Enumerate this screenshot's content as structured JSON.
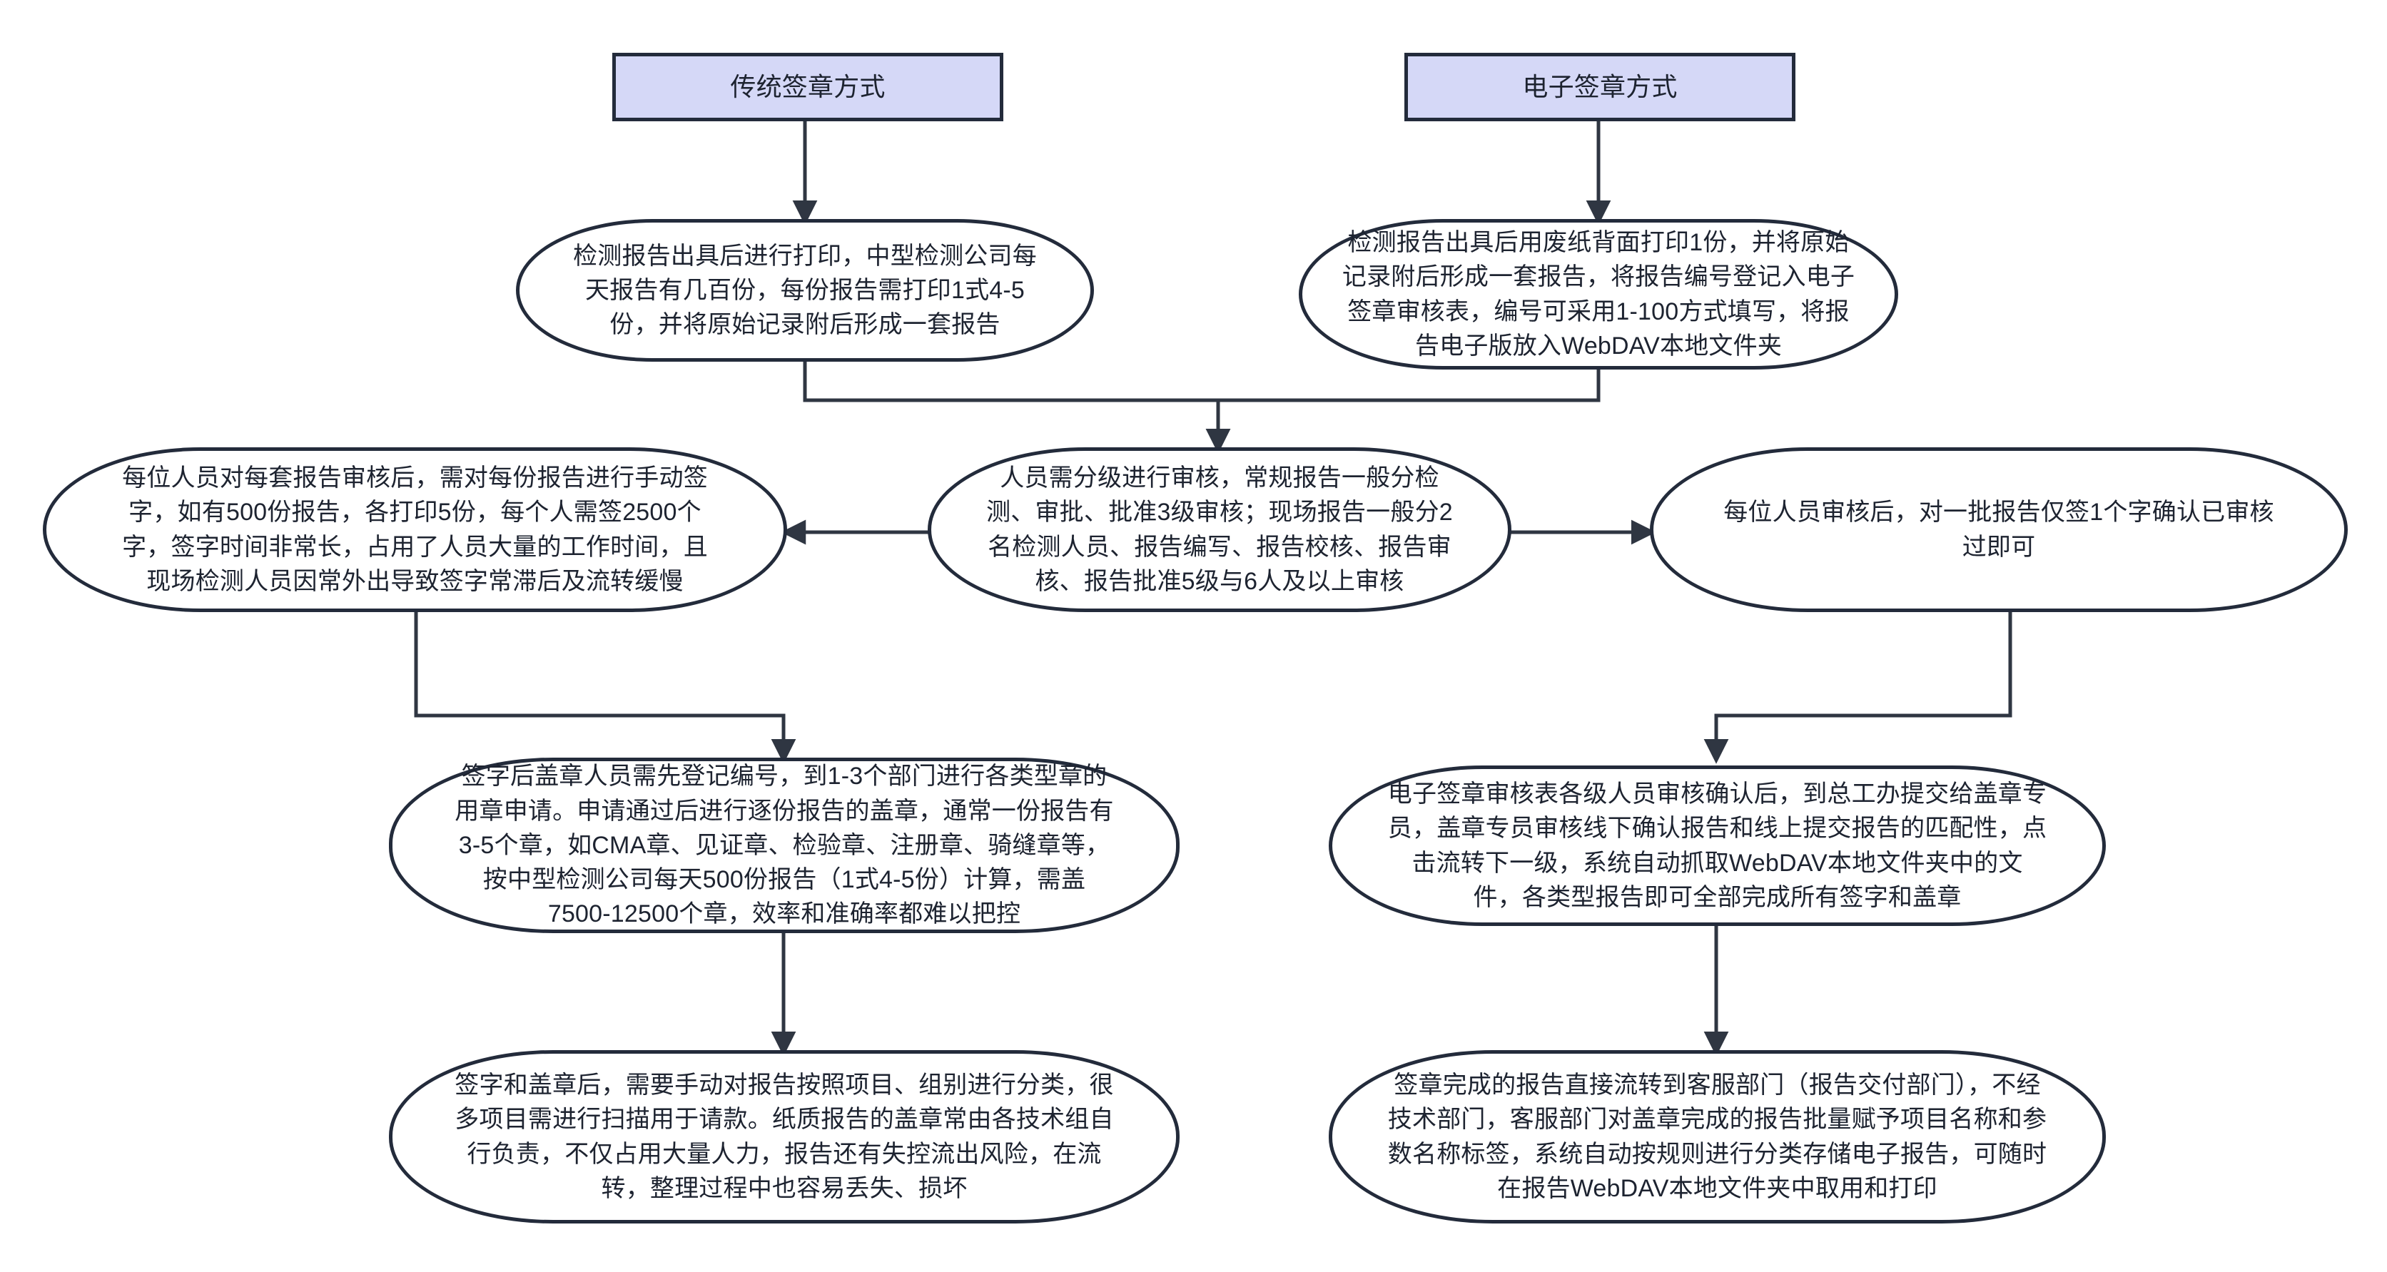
{
  "diagram": {
    "title_traditional": "传统签章方式",
    "title_electronic": "电子签章方式",
    "colors": {
      "header_fill": "#d5d8f7",
      "node_stroke": "#232b3b",
      "node_fill": "#ffffff",
      "edge_stroke": "#2f3642",
      "text": "#1d2330"
    },
    "nodes": {
      "trad_print": "检测报告出具后进行打印，中型检测公司每\n天报告有几百份，每份报告需打印1式4-5\n份，并将原始记录附后形成一套报告",
      "elec_print": "检测报告出具后用废纸背面打印1份，并将原始\n记录附后形成一套报告，将报告编号登记入电子\n签章审核表，编号可采用1-100方式填写，将报\n告电子版放入WebDAV本地文件夹",
      "review_levels": "人员需分级进行审核，常规报告一般分检\n测、审批、批准3级审核；现场报告一般分2\n名检测人员、报告编写、报告校核、报告审\n核、报告批准5级与6人及以上审核",
      "trad_sign": "每位人员对每套报告审核后，需对每份报告进行手动签\n字，如有500份报告，各打印5份，每个人需签2500个\n字，签字时间非常长，占用了人员大量的工作时间，且\n现场检测人员因常外出导致签字常滞后及流转缓慢",
      "elec_sign": "每位人员审核后，对一批报告仅签1个字确认已审核\n过即可",
      "trad_stamp": "签字后盖章人员需先登记编号，到1-3个部门进行各类型章的\n用章申请。申请通过后进行逐份报告的盖章，通常一份报告有\n3-5个章，如CMA章、见证章、检验章、注册章、骑缝章等，\n按中型检测公司每天500份报告（1式4-5份）计算，需盖\n7500-12500个章，效率和准确率都难以把控",
      "elec_stamp": "电子签章审核表各级人员审核确认后，到总工办提交给盖章专\n员，盖章专员审核线下确认报告和线上提交报告的匹配性，点\n击流转下一级，系统自动抓取WebDAV本地文件夹中的文\n件，各类型报告即可全部完成所有签字和盖章",
      "trad_archive": "签字和盖章后，需要手动对报告按照项目、组别进行分类，很\n多项目需进行扫描用于请款。纸质报告的盖章常由各技术组自\n行负责，不仅占用大量人力，报告还有失控流出风险，在流\n转，整理过程中也容易丢失、损坏",
      "elec_archive": "签章完成的报告直接流转到客服部门（报告交付部门），不经\n技术部门，客服部门对盖章完成的报告批量赋予项目名称和参\n数名称标签，系统自动按规则进行分类存储电子报告，可随时\n在报告WebDAV本地文件夹中取用和打印"
    }
  }
}
